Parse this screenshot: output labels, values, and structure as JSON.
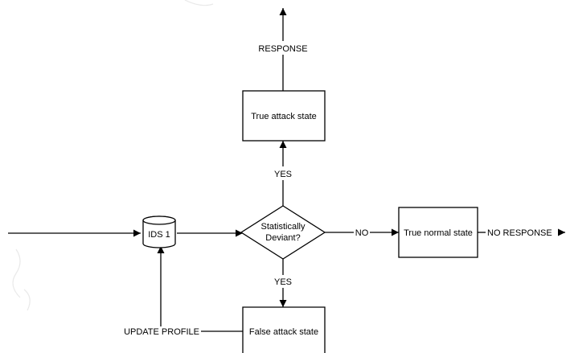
{
  "nodes": {
    "ids": "IDS 1",
    "decision_line1": "Statistically",
    "decision_line2": "Deviant?",
    "true_attack": "True attack state",
    "true_normal": "True normal state",
    "false_attack": "False attack state"
  },
  "edge_labels": {
    "response": "RESPONSE",
    "yes_up": "YES",
    "yes_down": "YES",
    "no": "NO",
    "no_response": "NO RESPONSE",
    "update_profile": "UPDATE PROFILE"
  },
  "colors": {
    "stroke": "#000000",
    "fill": "#ffffff",
    "watermark": "#e6e6e6"
  }
}
